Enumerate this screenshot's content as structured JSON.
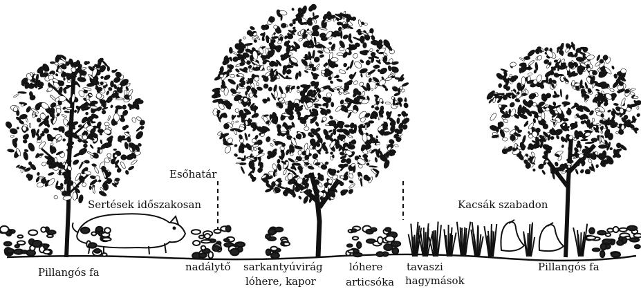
{
  "labels": {
    "tree_left": "Pillangós fa",
    "tree_right": "Pillangós fa",
    "rain_boundary": "Esőhatár",
    "pigs": "Sertések időszakosan",
    "ducks": "Kacsák szabadon",
    "comfrey": "nadálytő",
    "nasturtium": "sarkantyúvirág",
    "clover_dill": "lóhere, kapor",
    "clover": "lóhere",
    "artichoke": "articsóka",
    "spring": "tavaszi",
    "onions": "hagymások"
  },
  "colors": {
    "ink": "#111111",
    "background": "#ffffff"
  }
}
